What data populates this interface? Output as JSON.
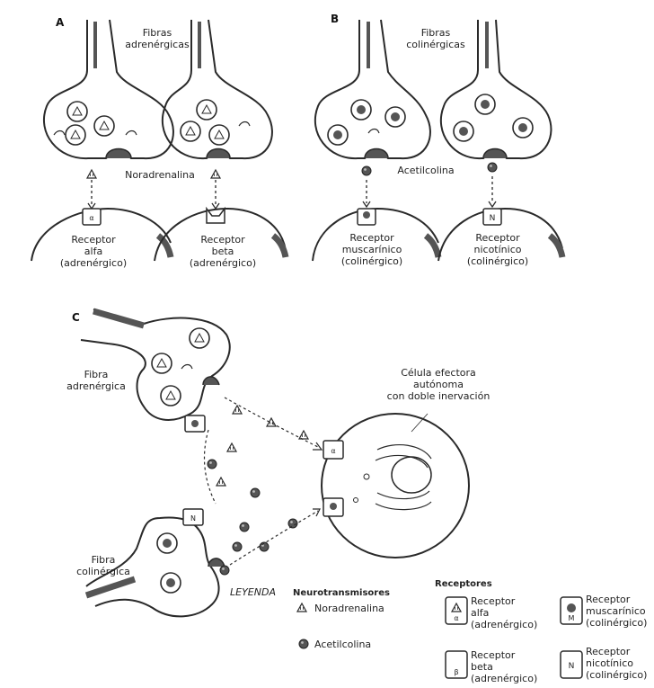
{
  "panels": {
    "a": "A",
    "b": "B",
    "c": "C"
  },
  "labels": {
    "fibras_adrenergicas": "Fibras\nadrenérgicas",
    "fibras_colinergicas": "Fibras\ncolinérgicas",
    "noradrenalina": "Noradrenalina",
    "acetilcolina": "Acetilcolina",
    "receptor_alfa": "Receptor\nalfa\n(adrenérgico)",
    "receptor_beta": "Receptor\nbeta\n(adrenérgico)",
    "receptor_muscarinico": "Receptor\nmuscarínico\n(colinérgico)",
    "receptor_nicotinico": "Receptor\nnicotínico\n(colinérgico)",
    "fibra_adrenergica": "Fibra\nadrenérgica",
    "fibra_colinergica": "Fibra\ncolinérgica",
    "celula_efectora": "Célula efectora\nautónoma\ncon doble inervación"
  },
  "legend": {
    "title": "LEYENDA",
    "neuro_title": "Neurotransmisores",
    "neuro_items": [
      "Noradrenalina",
      "Acetilcolina"
    ],
    "receptors_title": "Receptores",
    "receptor_items": [
      "Receptor\nalfa\n(adrenérgico)",
      "Receptor\nmuscarínico\n(colinérgico)",
      "Receptor\nbeta\n(adrenérgico)",
      "Receptor\nnicotínico\n(colinérgico)"
    ]
  },
  "colors": {
    "line": "#2a2a2a",
    "shade": "#555555",
    "dot": "#444444",
    "paper": "#ffffff"
  }
}
